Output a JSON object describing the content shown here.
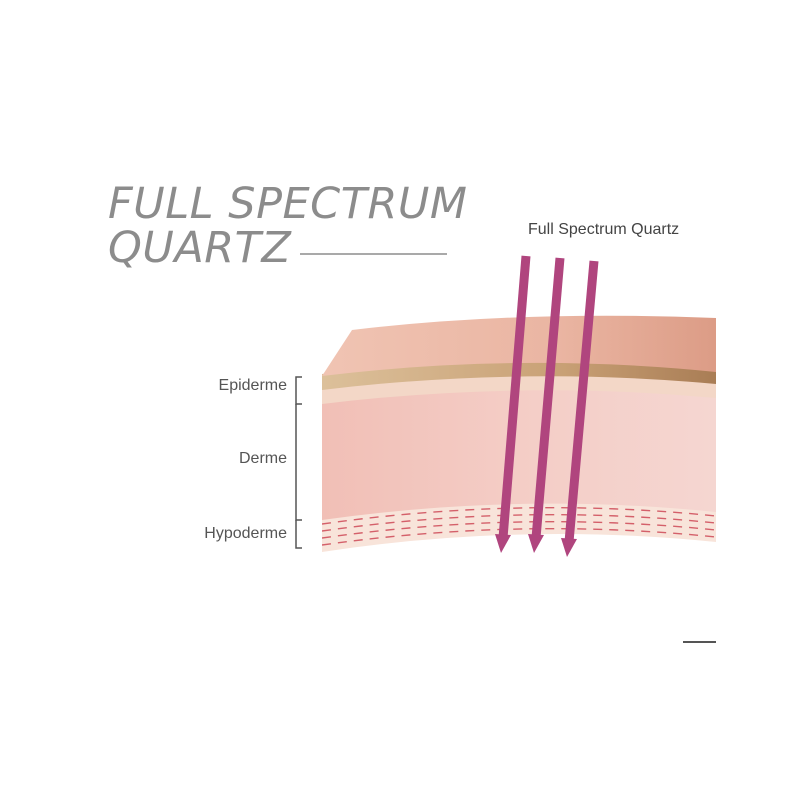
{
  "title": {
    "line1": "FULL SPECTRUM",
    "line2": "QUARTZ"
  },
  "arrow_label": "Full Spectrum Quartz",
  "layers": [
    {
      "label": "Epiderme"
    },
    {
      "label": "Derme"
    },
    {
      "label": "Hypoderme"
    }
  ],
  "colors": {
    "arrow": "#b0457e",
    "title": "#8c8c8c",
    "skin_top": "#eab8a6",
    "band": "#c8a27a",
    "derme": "#f2c6bf",
    "hypoderme": "#f8e3d9",
    "fat_dash": "#d4606a"
  }
}
